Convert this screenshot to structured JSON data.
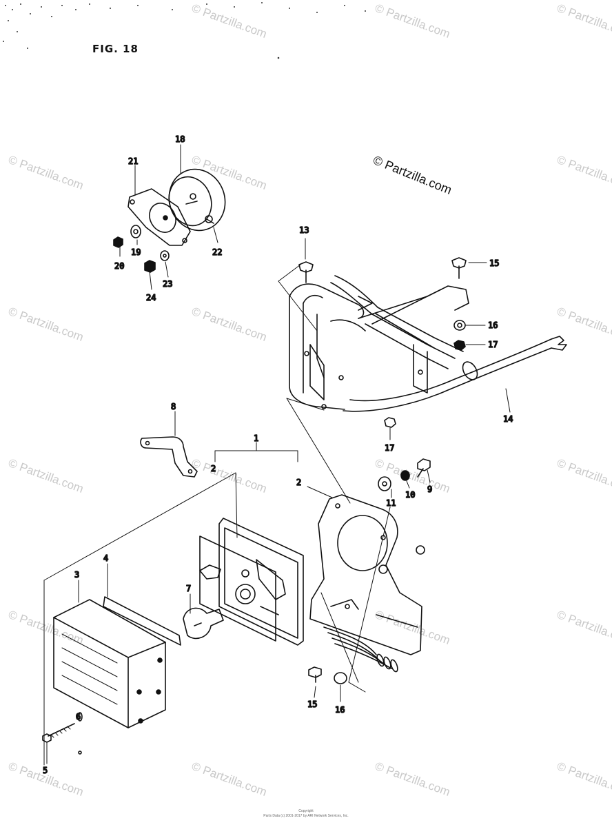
{
  "figure": {
    "title": "FIG. 18",
    "copyright": "© Partzilla.com",
    "watermark": "© Partzilla.com",
    "footer_line1": "Copyright",
    "footer_line2": "Parts Data (c) 2001-2017 by ARI Network Services, Inc."
  },
  "callouts": [
    {
      "id": "c18",
      "label": "18"
    },
    {
      "id": "c21",
      "label": "21"
    },
    {
      "id": "c19",
      "label": "19"
    },
    {
      "id": "c20",
      "label": "20"
    },
    {
      "id": "c22",
      "label": "22"
    },
    {
      "id": "c23",
      "label": "23"
    },
    {
      "id": "c24",
      "label": "24"
    },
    {
      "id": "c13",
      "label": "13"
    },
    {
      "id": "c15a",
      "label": "15"
    },
    {
      "id": "c16a",
      "label": "16"
    },
    {
      "id": "c17a",
      "label": "17"
    },
    {
      "id": "c14",
      "label": "14"
    },
    {
      "id": "c17b",
      "label": "17"
    },
    {
      "id": "c8",
      "label": "8"
    },
    {
      "id": "c1",
      "label": "1"
    },
    {
      "id": "c2a",
      "label": "2"
    },
    {
      "id": "c2b",
      "label": "2"
    },
    {
      "id": "c11",
      "label": "11"
    },
    {
      "id": "c10",
      "label": "10"
    },
    {
      "id": "c9",
      "label": "9"
    },
    {
      "id": "c3",
      "label": "3"
    },
    {
      "id": "c4",
      "label": "4"
    },
    {
      "id": "c7",
      "label": "7"
    },
    {
      "id": "c15b",
      "label": "15"
    },
    {
      "id": "c16b",
      "label": "16"
    },
    {
      "id": "c6",
      "label": "6"
    },
    {
      "id": "c5",
      "label": "5"
    }
  ]
}
